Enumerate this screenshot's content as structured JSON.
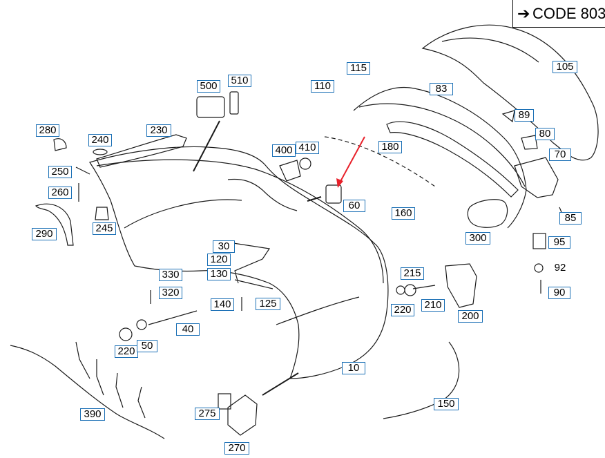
{
  "header": {
    "code_label": "CODE 803",
    "code_arrow": "➔"
  },
  "callouts": {
    "c500": "500",
    "c510": "510",
    "c115": "115",
    "c110": "110",
    "c83": "83",
    "c105": "105",
    "c89": "89",
    "c80": "80",
    "c70": "70",
    "c280": "280",
    "c240": "240",
    "c230": "230",
    "c250": "250",
    "c260": "260",
    "c290": "290",
    "c245": "245",
    "c400": "400",
    "c410": "410",
    "c180": "180",
    "c60": "60",
    "c160": "160",
    "c300": "300",
    "c85": "85",
    "c95": "95",
    "c92": "92",
    "c90": "90",
    "c30": "30",
    "c120": "120",
    "c130": "130",
    "c330": "330",
    "c320": "320",
    "c140": "140",
    "c125": "125",
    "c215": "215",
    "c220a": "220",
    "c210": "210",
    "c200": "200",
    "c40": "40",
    "c220b": "220",
    "c50": "50",
    "c10": "10",
    "c390": "390",
    "c275": "275",
    "c270": "270",
    "c150": "150"
  },
  "colors": {
    "callout_border": "#1a6fb5",
    "line": "#1a1a1a",
    "highlight_arrow": "#e8202a"
  }
}
